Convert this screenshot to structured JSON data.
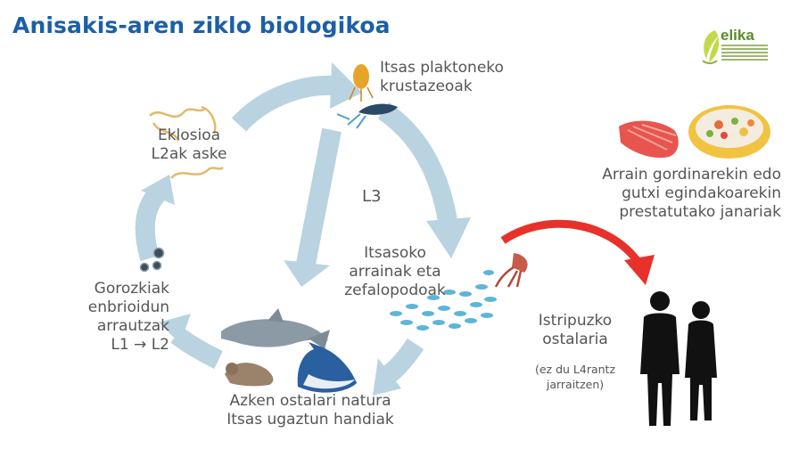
{
  "title": "Anisakis-aren ziklo biologikoa",
  "logo": {
    "name": "elika"
  },
  "nodes": {
    "crustaceans": {
      "line1": "Itsas plaktoneko",
      "line2": "krustazeoak"
    },
    "hatching": {
      "line1": "Eklosioa",
      "line2": "L2ak aske"
    },
    "larva_stage": {
      "text": "L3"
    },
    "fish": {
      "line1": "Itsasoko",
      "line2": "arrainak eta",
      "line3": "zefalopodoak"
    },
    "eggs": {
      "line1": "Gorozkiak",
      "line2": "enbrioidun",
      "line3": "arrautzak",
      "line4": "L1 → L2"
    },
    "final_host": {
      "line1": "Azken ostalari natura",
      "line2": "Itsas ugaztun handiak"
    },
    "raw_food": {
      "line1": "Arrain gordinarekin edo",
      "line2": "gutxi egindakoarekin",
      "line3": "prestatutako janariak"
    },
    "accidental_host": {
      "line1": "Istripuzko",
      "line2": "ostalaria",
      "note1": "(ez du L4rantz",
      "note2": "jarraitzen)"
    }
  },
  "colors": {
    "title": "#1b5fa8",
    "cycle_arrow": "#b9d3e0",
    "infection_arrow": "#e8312a",
    "label": "#555555",
    "silhouette": "#111111"
  },
  "icons": [
    "worm-larvae-icon",
    "krill-icon",
    "copepod-icon",
    "squid-icon",
    "fish-school-icon",
    "dolphin-icon",
    "seal-icon",
    "whale-icon",
    "egg-cluster-icon",
    "salmon-slice-icon",
    "ceviche-bowl-icon",
    "human-silhouette-icon"
  ]
}
